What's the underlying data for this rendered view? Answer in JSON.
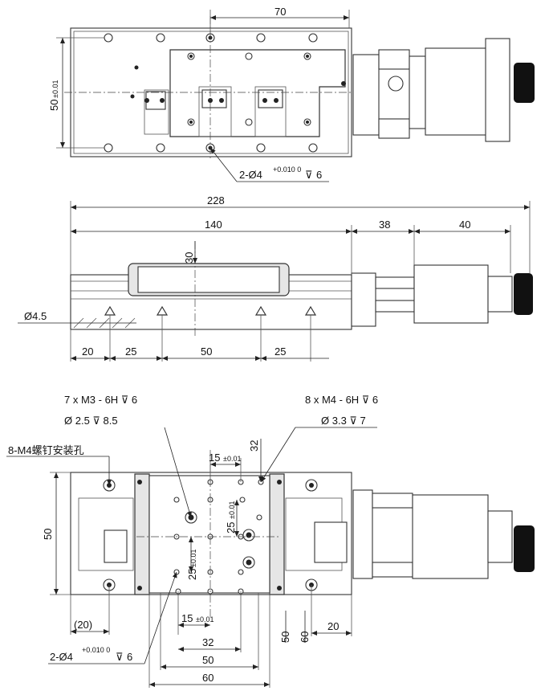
{
  "top_view": {
    "dim_70": "70",
    "dim_50": "50",
    "dim_50_tol": "±0.01",
    "pin_hole": "2-Ø4",
    "pin_hole_tol": "+0.010 0",
    "pin_hole_depth": "6"
  },
  "side_view": {
    "dim_228": "228",
    "dim_140": "140",
    "dim_38": "38",
    "dim_40": "40",
    "dim_30": "30",
    "dim_phi45": "Ø4.5",
    "dim_20": "20",
    "dim_25a": "25",
    "dim_50": "50",
    "dim_25b": "25"
  },
  "bottom_view": {
    "note_m3": "7 x  M3 - 6H  ⊽  6",
    "note_m3_drill": "Ø  2.5  ⊽  8.5",
    "note_m4": "8 x  M4 - 6H  ⊽  6",
    "note_m4_drill": "Ø  3.3  ⊽  7",
    "note_mount": "8-M4螺钉安装孔",
    "dim_15_top": "15",
    "dim_15_top_tol": "±0.01",
    "dim_32_v": "32",
    "dim_25_tol_v": "25",
    "dim_25_tol_v_tol": "±0.01",
    "dim_50_left": "50",
    "dim_25_mid": "25",
    "dim_25_mid_tol": "±0.01",
    "dim_15_bot": "15",
    "dim_15_bot_tol": "±0.01",
    "dim_20_paren": "(20)",
    "dim_32_h": "32",
    "dim_50_h": "50",
    "dim_60_h": "60",
    "dim_50_right": "50",
    "dim_60_right": "60",
    "dim_20_right": "20",
    "pin_hole": "2-Ø4",
    "pin_hole_tol": "+0.010 0",
    "pin_hole_depth": "6"
  }
}
